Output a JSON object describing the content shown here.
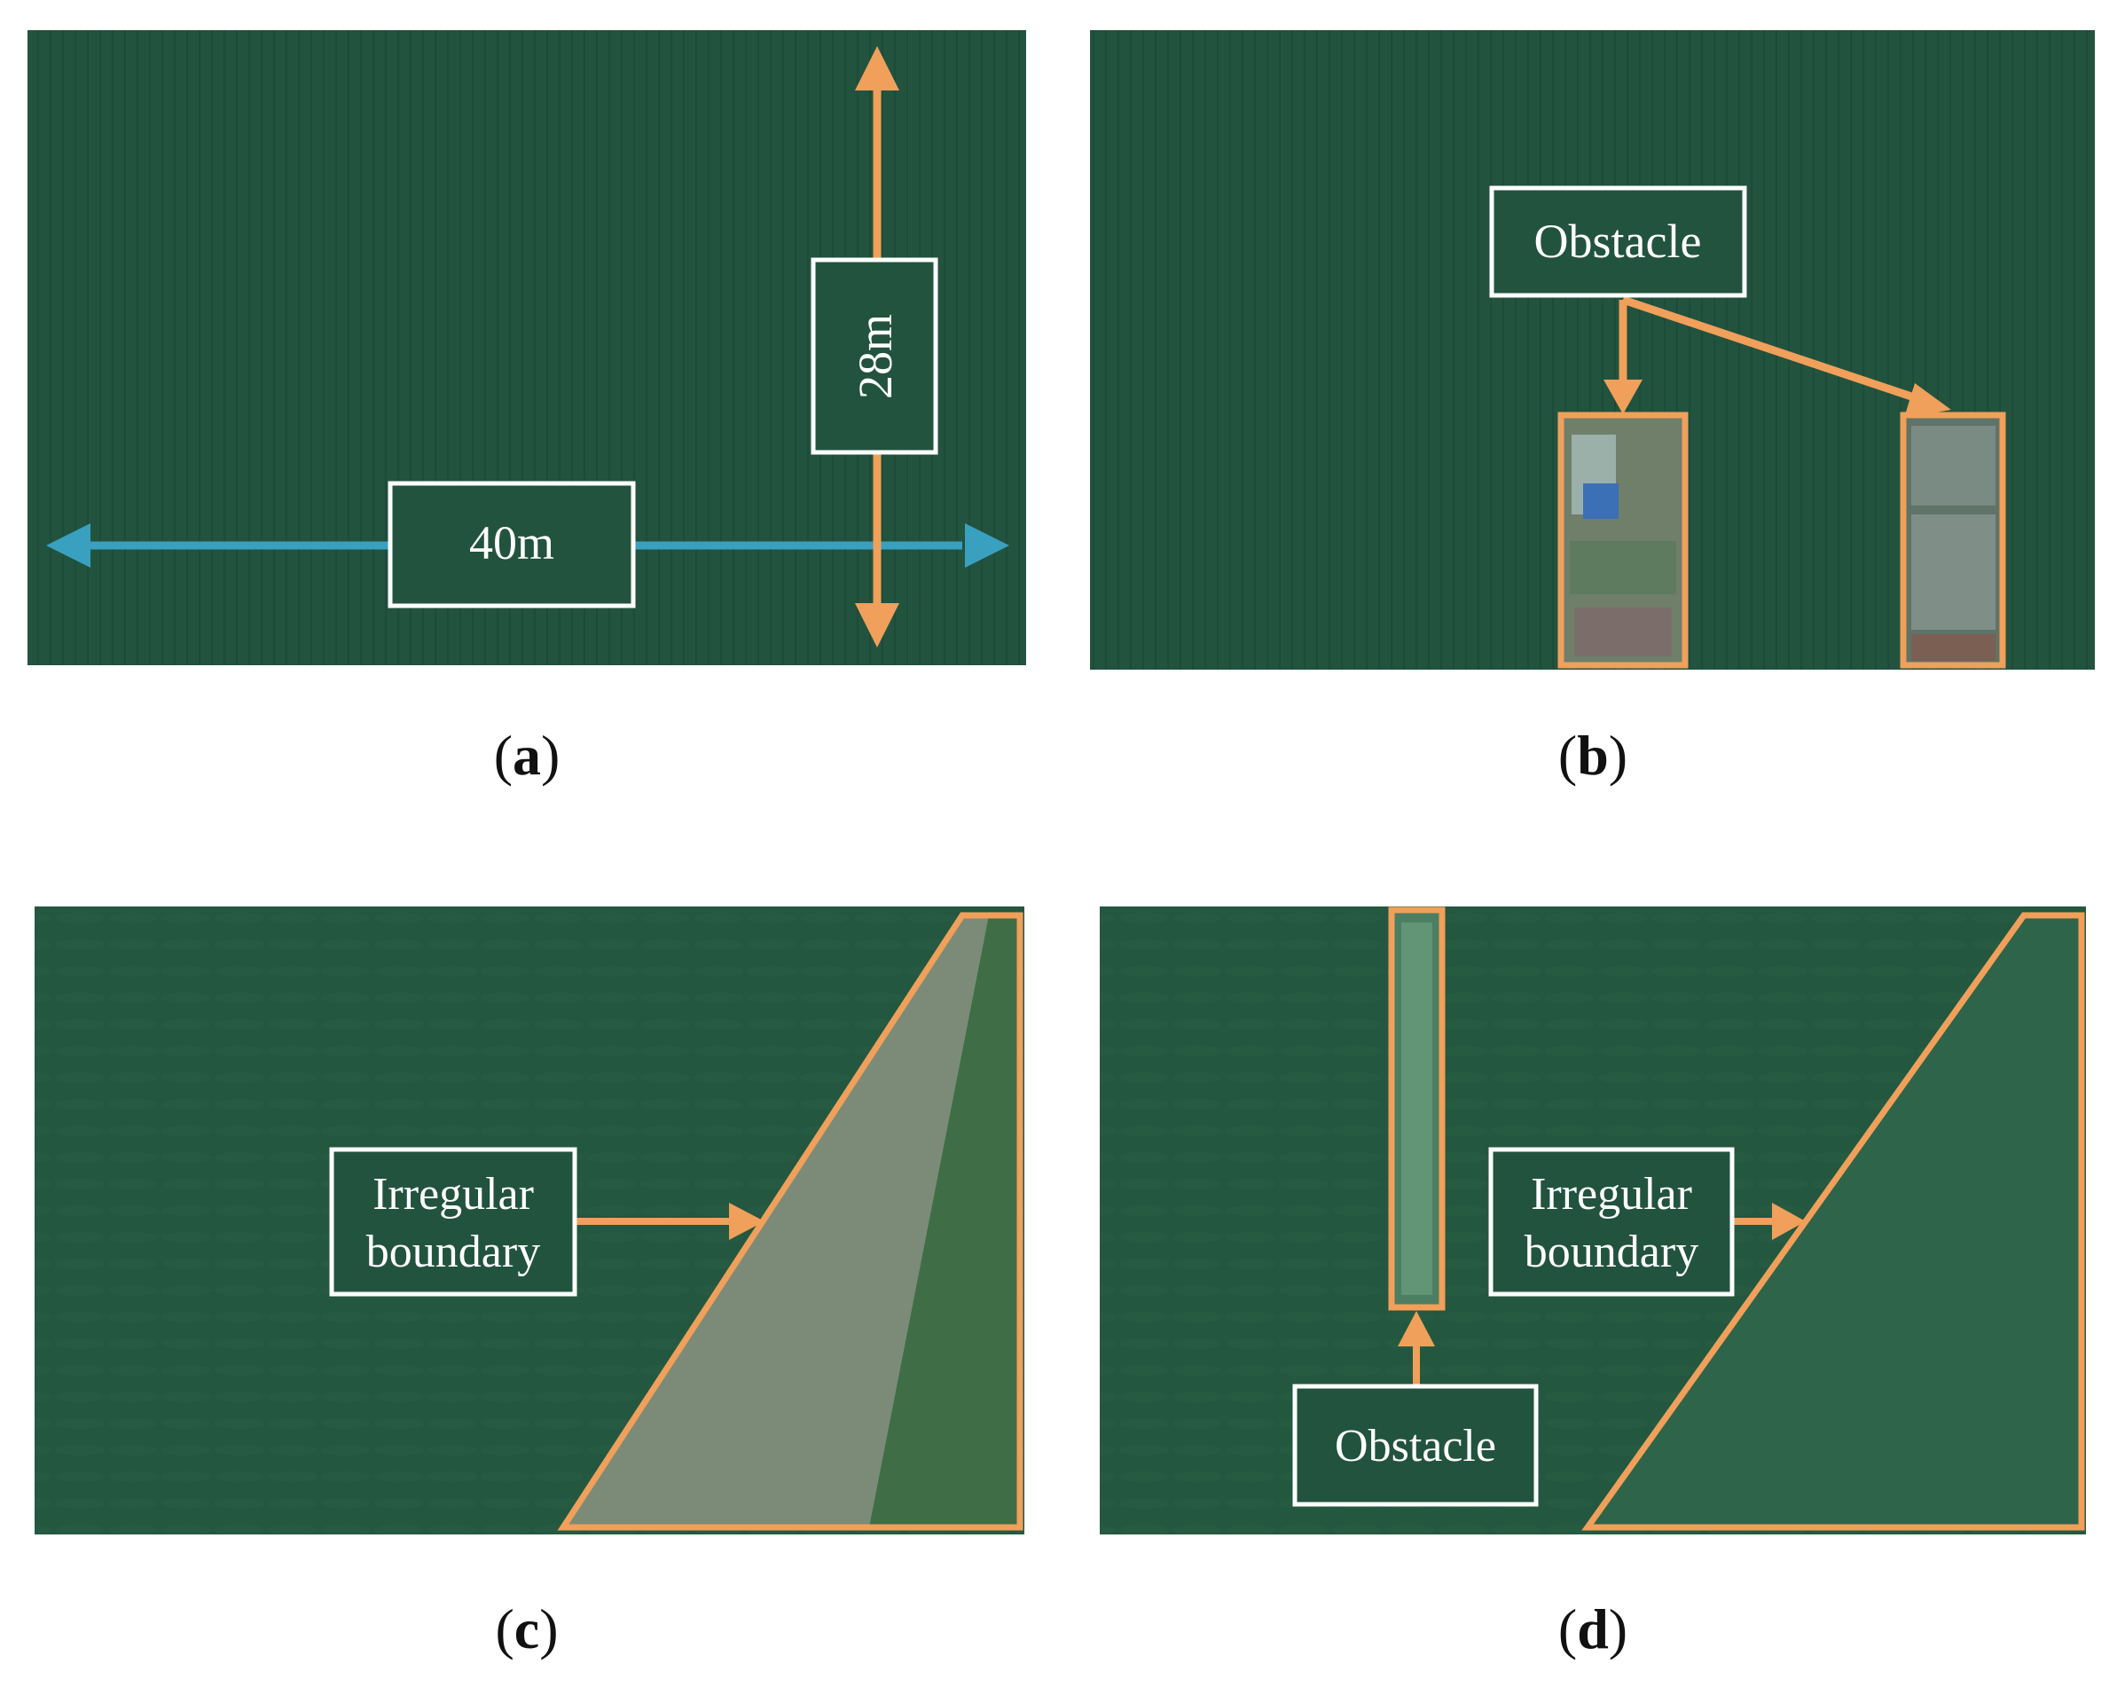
{
  "colors": {
    "field": "#22533f",
    "accent_orange": "#f0a05a",
    "accent_blue": "#3aa0bf",
    "label_border": "#ffffff"
  },
  "panels": [
    {
      "id": "a",
      "caption_letter": "a",
      "labels": {
        "width": "40m",
        "height": "28m"
      }
    },
    {
      "id": "b",
      "caption_letter": "b",
      "labels": {
        "obstacle": "Obstacle"
      }
    },
    {
      "id": "c",
      "caption_letter": "c",
      "labels": {
        "boundary_line1": "Irregular",
        "boundary_line2": "boundary"
      }
    },
    {
      "id": "d",
      "caption_letter": "d",
      "labels": {
        "boundary_line1": "Irregular",
        "boundary_line2": "boundary",
        "obstacle": "Obstacle"
      }
    }
  ]
}
